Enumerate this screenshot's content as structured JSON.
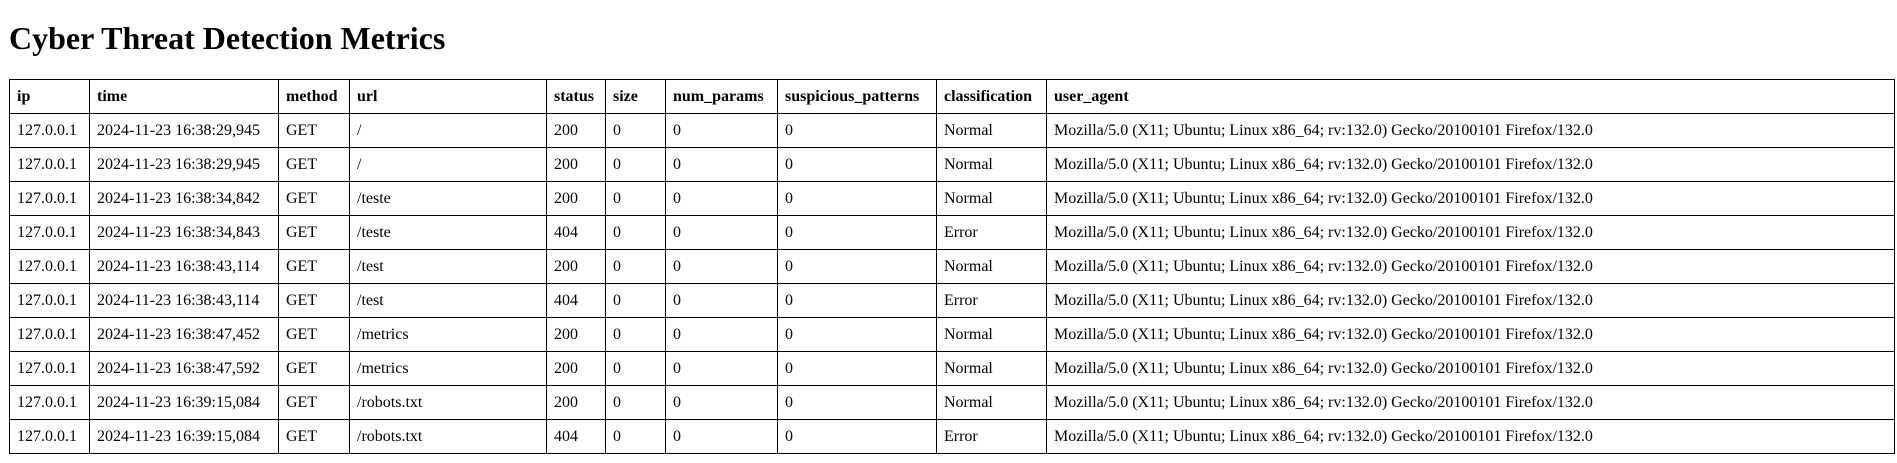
{
  "page": {
    "title": "Cyber Threat Detection Metrics"
  },
  "table": {
    "columns": [
      "ip",
      "time",
      "method",
      "url",
      "status",
      "size",
      "num_params",
      "suspicious_patterns",
      "classification",
      "user_agent"
    ],
    "rows": [
      [
        "127.0.0.1",
        "2024-11-23 16:38:29,945",
        "GET",
        "/",
        "200",
        "0",
        "0",
        "0",
        "Normal",
        "Mozilla/5.0 (X11; Ubuntu; Linux x86_64; rv:132.0) Gecko/20100101 Firefox/132.0"
      ],
      [
        "127.0.0.1",
        "2024-11-23 16:38:29,945",
        "GET",
        "/",
        "200",
        "0",
        "0",
        "0",
        "Normal",
        "Mozilla/5.0 (X11; Ubuntu; Linux x86_64; rv:132.0) Gecko/20100101 Firefox/132.0"
      ],
      [
        "127.0.0.1",
        "2024-11-23 16:38:34,842",
        "GET",
        "/teste",
        "200",
        "0",
        "0",
        "0",
        "Normal",
        "Mozilla/5.0 (X11; Ubuntu; Linux x86_64; rv:132.0) Gecko/20100101 Firefox/132.0"
      ],
      [
        "127.0.0.1",
        "2024-11-23 16:38:34,843",
        "GET",
        "/teste",
        "404",
        "0",
        "0",
        "0",
        "Error",
        "Mozilla/5.0 (X11; Ubuntu; Linux x86_64; rv:132.0) Gecko/20100101 Firefox/132.0"
      ],
      [
        "127.0.0.1",
        "2024-11-23 16:38:43,114",
        "GET",
        "/test",
        "200",
        "0",
        "0",
        "0",
        "Normal",
        "Mozilla/5.0 (X11; Ubuntu; Linux x86_64; rv:132.0) Gecko/20100101 Firefox/132.0"
      ],
      [
        "127.0.0.1",
        "2024-11-23 16:38:43,114",
        "GET",
        "/test",
        "404",
        "0",
        "0",
        "0",
        "Error",
        "Mozilla/5.0 (X11; Ubuntu; Linux x86_64; rv:132.0) Gecko/20100101 Firefox/132.0"
      ],
      [
        "127.0.0.1",
        "2024-11-23 16:38:47,452",
        "GET",
        "/metrics",
        "200",
        "0",
        "0",
        "0",
        "Normal",
        "Mozilla/5.0 (X11; Ubuntu; Linux x86_64; rv:132.0) Gecko/20100101 Firefox/132.0"
      ],
      [
        "127.0.0.1",
        "2024-11-23 16:38:47,592",
        "GET",
        "/metrics",
        "200",
        "0",
        "0",
        "0",
        "Normal",
        "Mozilla/5.0 (X11; Ubuntu; Linux x86_64; rv:132.0) Gecko/20100101 Firefox/132.0"
      ],
      [
        "127.0.0.1",
        "2024-11-23 16:39:15,084",
        "GET",
        "/robots.txt",
        "200",
        "0",
        "0",
        "0",
        "Normal",
        "Mozilla/5.0 (X11; Ubuntu; Linux x86_64; rv:132.0) Gecko/20100101 Firefox/132.0"
      ],
      [
        "127.0.0.1",
        "2024-11-23 16:39:15,084",
        "GET",
        "/robots.txt",
        "404",
        "0",
        "0",
        "0",
        "Error",
        "Mozilla/5.0 (X11; Ubuntu; Linux x86_64; rv:132.0) Gecko/20100101 Firefox/132.0"
      ]
    ]
  }
}
